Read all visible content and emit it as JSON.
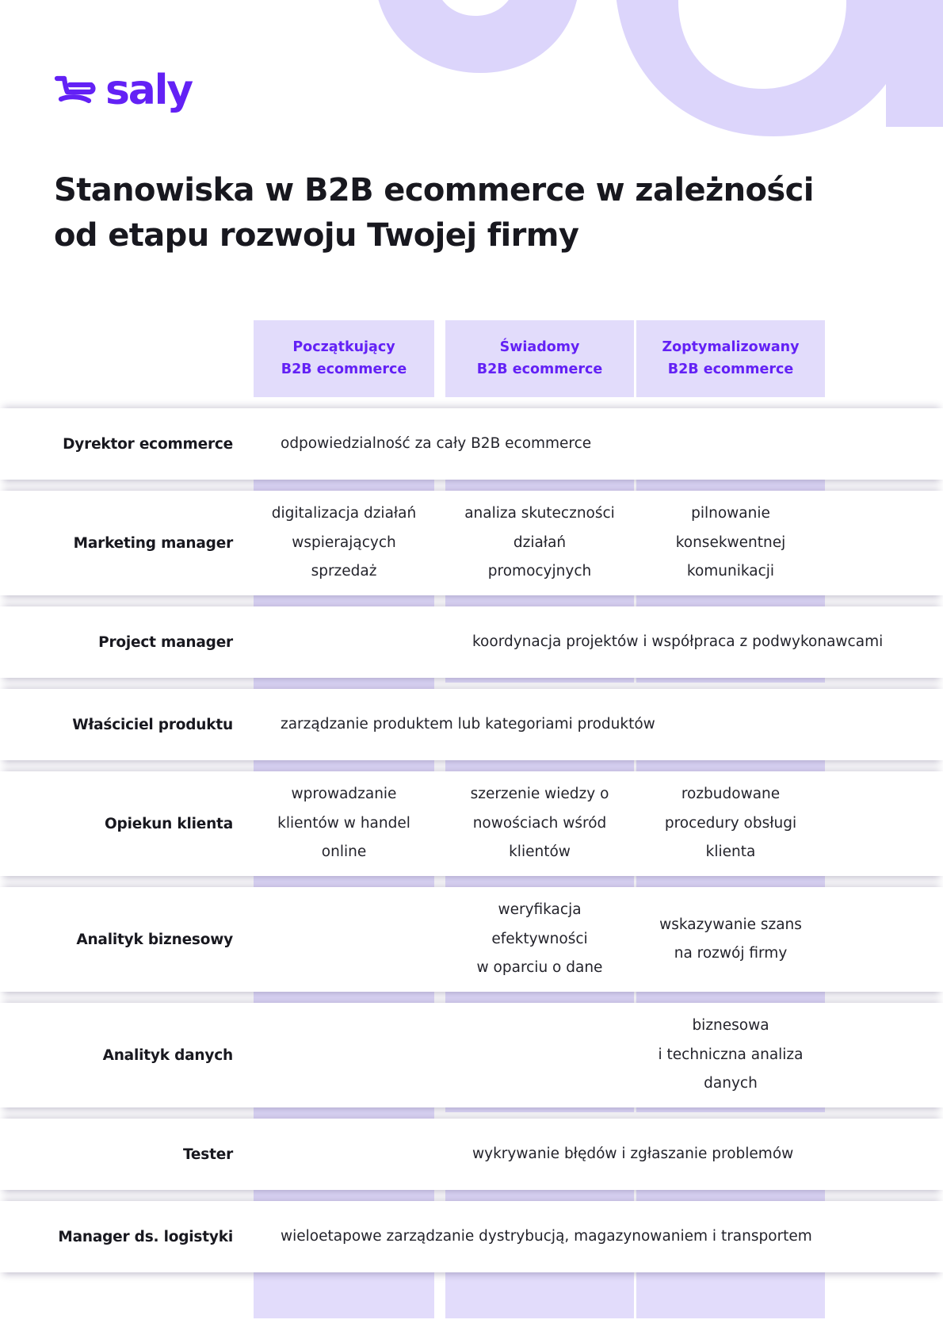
{
  "brand": {
    "name": "saly",
    "logo_icon": "shopping-cart-icon",
    "accent_color": "#6321F5",
    "band_color": "#E2DCFB"
  },
  "headline": "Stanowiska w B2B ecommerce w zależności od etapu rozwoju Twojej firmy",
  "table": {
    "columns": [
      {
        "line1": "Początkujący",
        "line2": "B2B ecommerce"
      },
      {
        "line1": "Świadomy",
        "line2": "B2B ecommerce"
      },
      {
        "line1": "Zoptymalizowany",
        "line2": "B2B ecommerce"
      }
    ],
    "rows": [
      {
        "label": "Dyrektor ecommerce",
        "span": "all",
        "text": "odpowiedzialność za cały B2B ecommerce"
      },
      {
        "label": "Marketing manager",
        "span": "each",
        "cells": [
          [
            "digitalizacja działań",
            "wspierających",
            "sprzedaż"
          ],
          [
            "analiza skuteczności",
            "działań",
            "promocyjnych"
          ],
          [
            "pilnowanie",
            "konsekwentnej",
            "komunikacji"
          ]
        ]
      },
      {
        "label": "Project manager",
        "span": "2-3",
        "text": "koordynacja projektów i współpraca z podwykonawcami"
      },
      {
        "label": "Właściciel produktu",
        "span": "all",
        "text": "zarządzanie produktem lub kategoriami produktów"
      },
      {
        "label": "Opiekun klienta",
        "span": "each",
        "cells": [
          [
            "wprowadzanie",
            "klientów w handel",
            "online"
          ],
          [
            "szerzenie wiedzy o",
            "nowościach wśród",
            "klientów"
          ],
          [
            "rozbudowane",
            "procedury obsługi",
            "klienta"
          ]
        ]
      },
      {
        "label": "Analityk biznesowy",
        "span": "each",
        "cells": [
          [],
          [
            "weryfikacja",
            "efektywności",
            "w oparciu o dane"
          ],
          [
            "wskazywanie szans",
            "na  rozwój firmy"
          ]
        ]
      },
      {
        "label": "Analityk danych",
        "span": "each",
        "cells": [
          [],
          [],
          [
            "biznesowa",
            "i techniczna analiza",
            "danych"
          ]
        ]
      },
      {
        "label": "Tester",
        "span": "2-3",
        "text": "wykrywanie błędów i zgłaszanie problemów"
      },
      {
        "label": "Manager ds. logistyki",
        "span": "all",
        "text": "wieloetapowe zarządzanie dystrybucją, magazynowaniem i transportem"
      }
    ]
  }
}
